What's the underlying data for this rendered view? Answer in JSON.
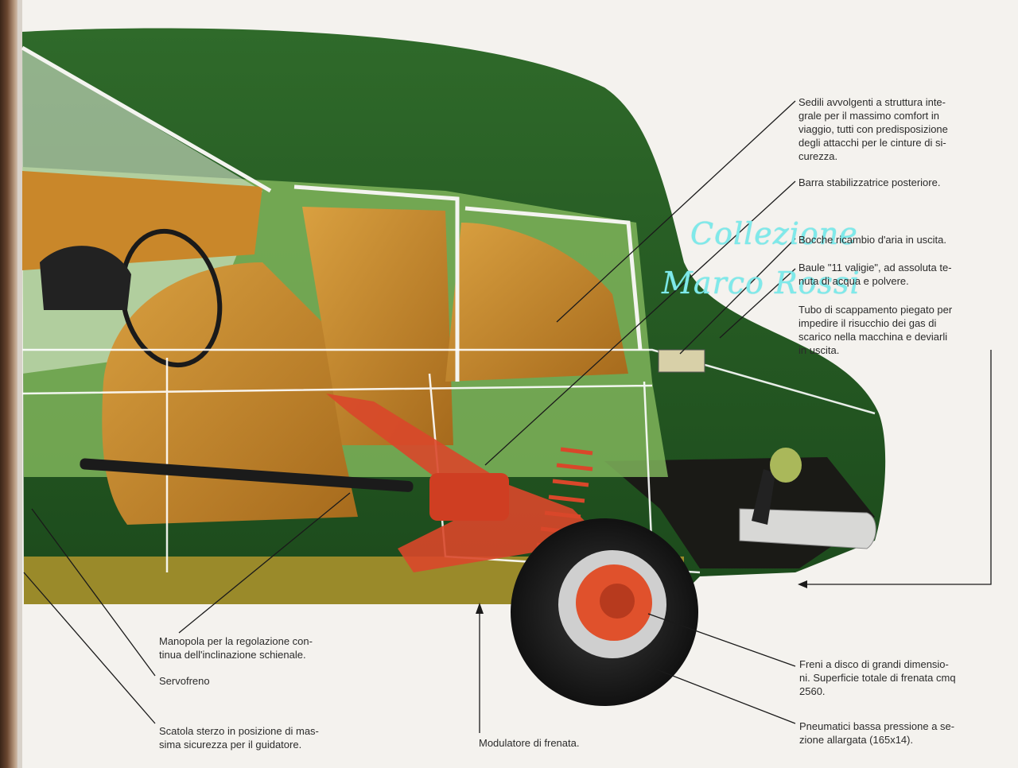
{
  "watermark": {
    "line1": "Collezione",
    "line2": "Marco Rossi"
  },
  "captions": {
    "sedili": [
      "Sedili avvolgenti a struttura inte-",
      "grale per il massimo comfort in",
      "viaggio, tutti con predisposizione",
      "degli attacchi per le cinture di si-",
      "curezza."
    ],
    "barra": [
      "Barra stabilizzatrice posteriore."
    ],
    "bocche": [
      "Bocche ricambio d'aria in uscita."
    ],
    "baule": [
      "Baule \"11 valigie\", ad assoluta te-",
      "nuta di acqua e polvere."
    ],
    "tubo": [
      "Tubo di scappamento piegato per",
      "impedire il risucchio dei gas di",
      "scarico nella macchina e deviarli",
      "in uscita."
    ],
    "manopola": [
      "Manopola per la regolazione con-",
      "tinua dell'inclinazione schienale."
    ],
    "servofreno": [
      "Servofreno"
    ],
    "scatola": [
      "Scatola sterzo in posizione di mas-",
      "sima sicurezza per il guidatore."
    ],
    "modulatore": [
      "Modulatore di frenata."
    ],
    "freni": [
      "Freni a disco di grandi dimensio-",
      "ni. Superficie totale di frenata cmq",
      "2560."
    ],
    "pneumatici": [
      "Pneumatici bassa pressione a se-",
      "zione allargata (165x14)."
    ]
  },
  "colors": {
    "body_dark_green": "#1f4f1e",
    "body_mid_green": "#3e7a2e",
    "body_light_green": "#8ec06a",
    "upholstery": "#c98d2c",
    "suspension_red": "#d9472a",
    "leader_line": "#1a1a1a",
    "watermark": "#7fe9ea"
  }
}
